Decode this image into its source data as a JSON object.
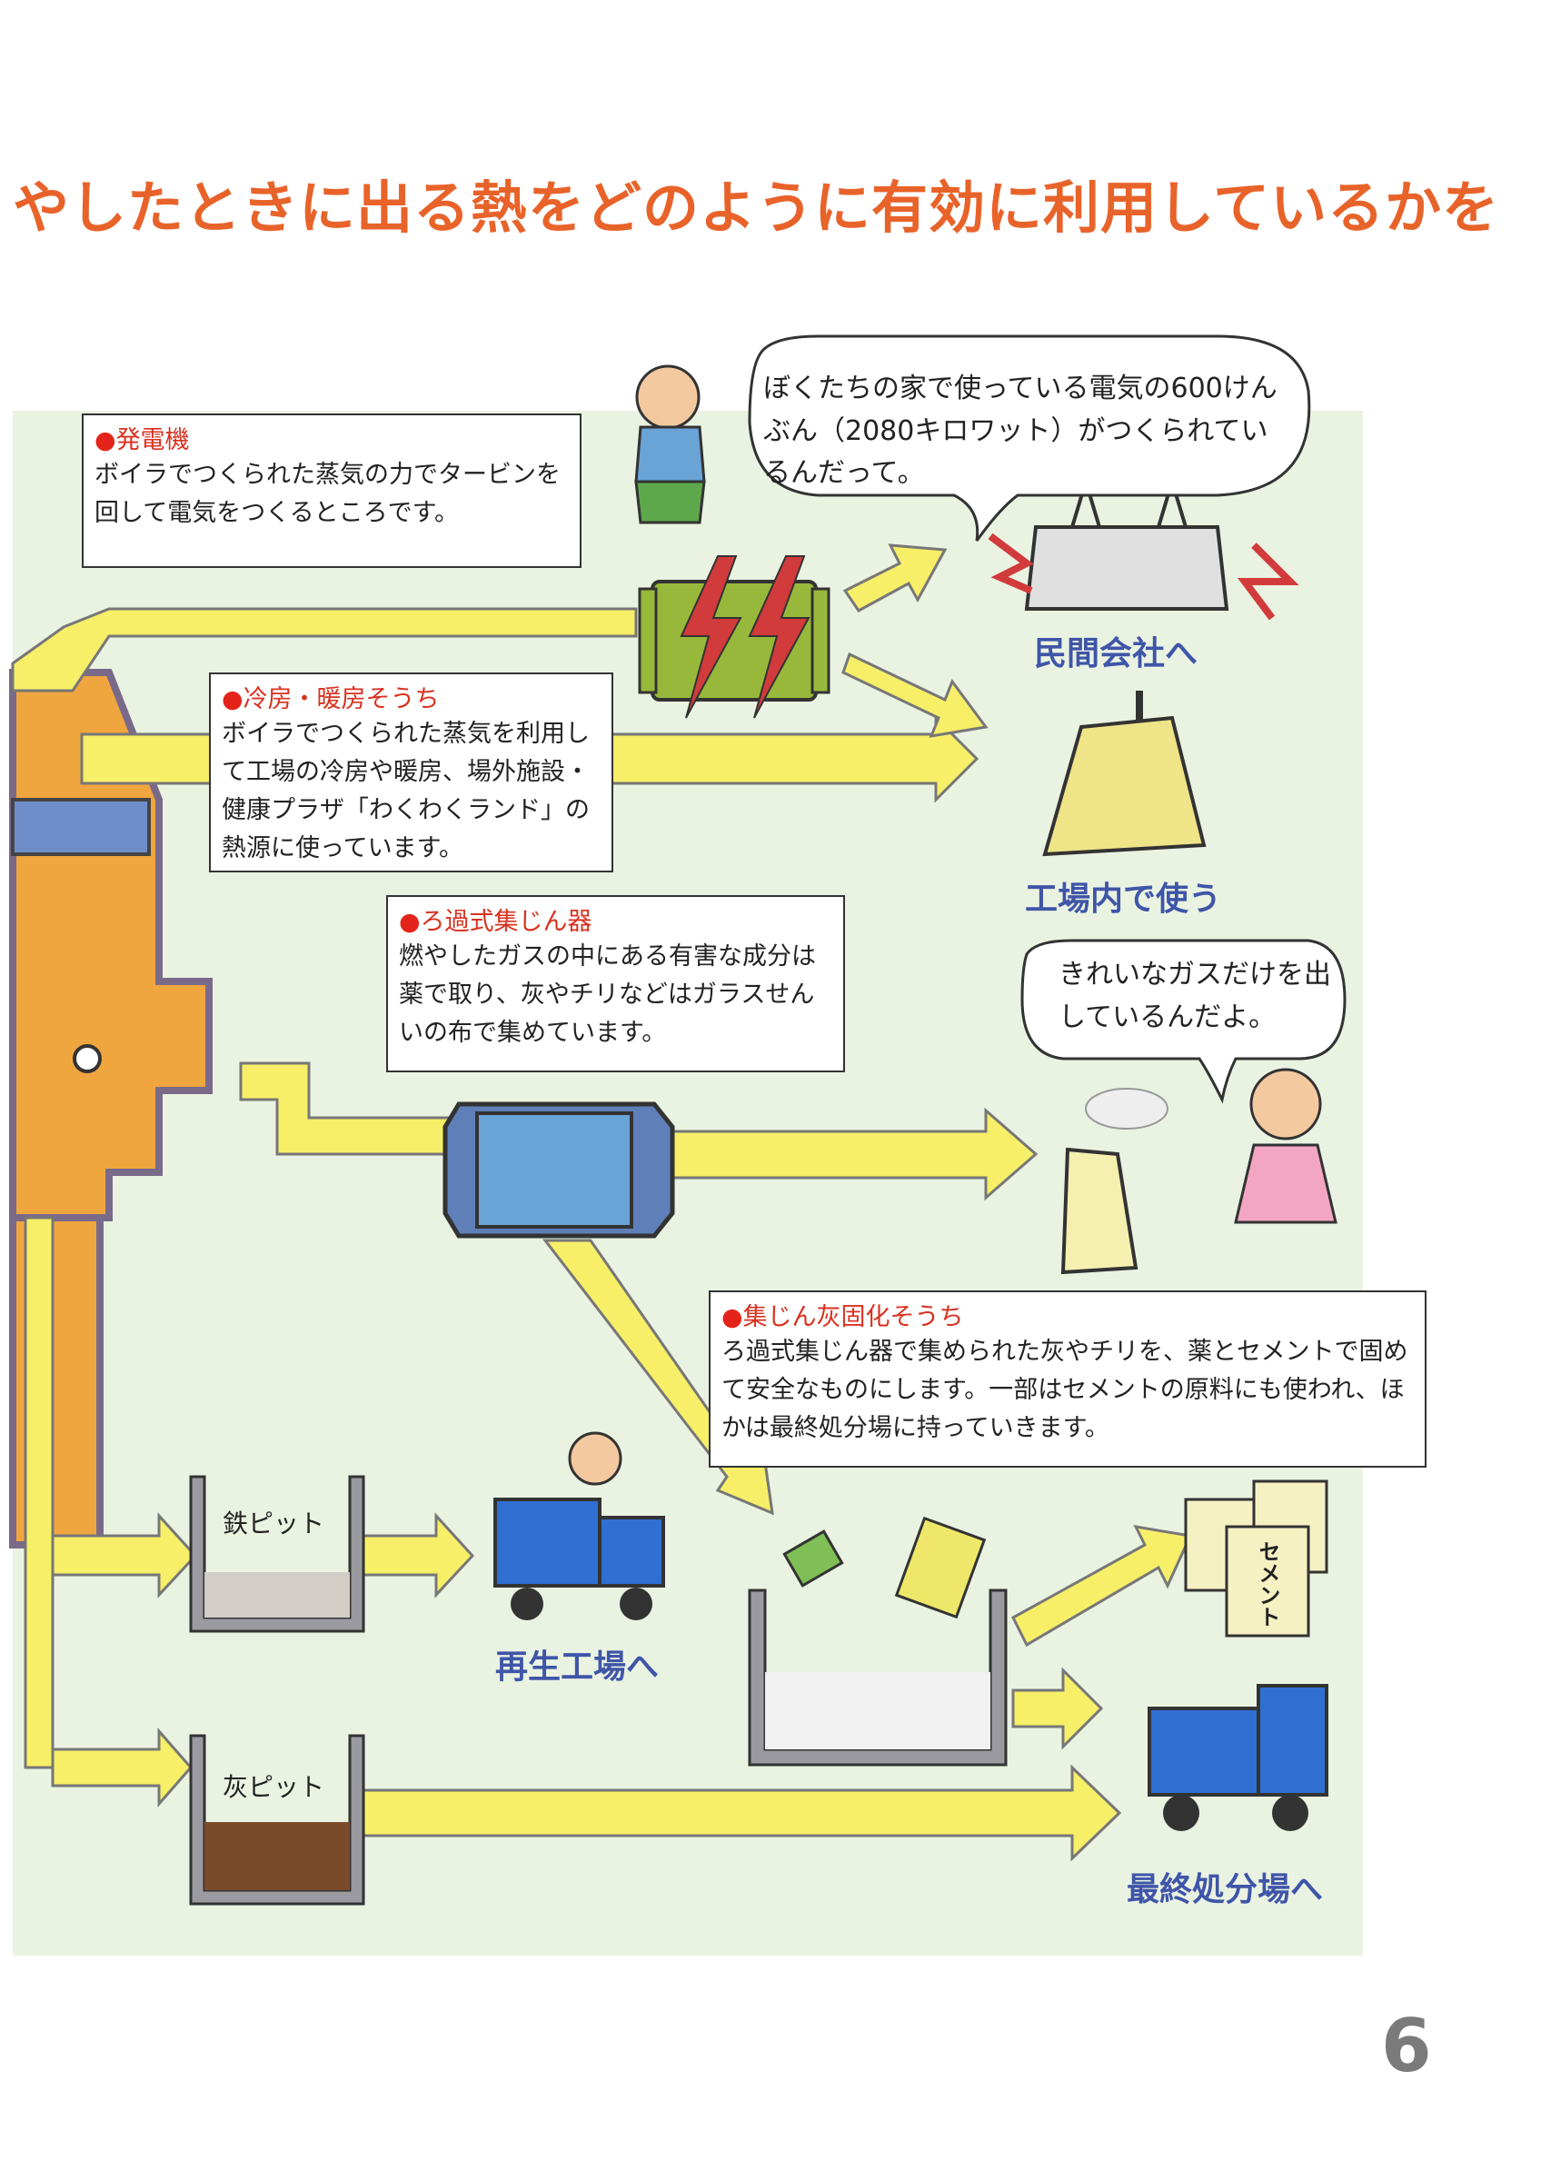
{
  "title": "やしたときに出る熱をどのように有効に利用しているかを",
  "boxes": {
    "power": {
      "title": "発電機",
      "body": "ボイラでつくられた蒸気の力でタービンを回して電気をつくるところです。"
    },
    "cooling": {
      "title": "冷房・暖房そうち",
      "body": "ボイラでつくられた蒸気を利用して工場の冷房や暖房、場外施設・健康プラザ「わくわくランド」の熱源に使っています。"
    },
    "filter": {
      "title": "ろ過式集じん器",
      "body": "燃やしたガスの中にある有害な成分は薬で取り、灰やチリなどはガラスせんいの布で集めています。"
    },
    "solidify": {
      "title": "集じん灰固化そうち",
      "body": "ろ過式集じん器で集められた灰やチリを、薬とセメントで固めて安全なものにします。一部はセメントの原料にも使われ、ほかは最終処分場に持っていきます。"
    }
  },
  "bubbles": {
    "boy": "ぼくたちの家で使っている電気の600けんぶん（2080キロワット）がつくられているんだって。",
    "girl": "きれいなガスだけを出しているんだよ。"
  },
  "destinations": {
    "company": "民間会社へ",
    "factory": "工場内で使う",
    "recycle": "再生工場へ",
    "landfill": "最終処分場へ"
  },
  "pits": {
    "iron": "鉄ピット",
    "ash": "灰ピット"
  },
  "cement": "セメント",
  "page_number": "6",
  "colors": {
    "title": "#e8632a",
    "box_title": "#d8311f",
    "destination": "#3f55a8",
    "pipe": "#f7ef68",
    "panel": "#eaf3e2",
    "furnace": "#f0a63e"
  }
}
